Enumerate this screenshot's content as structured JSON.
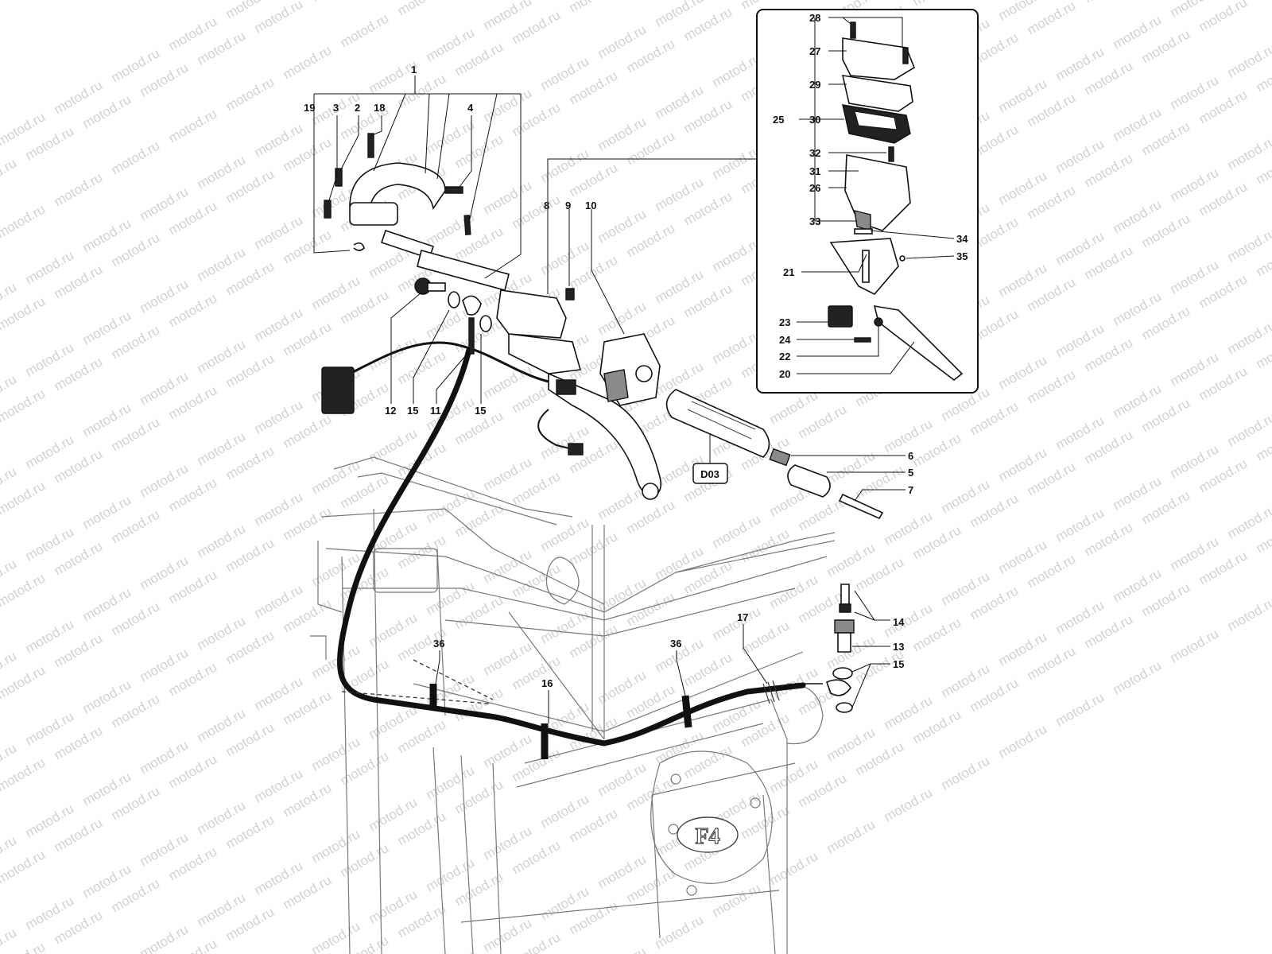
{
  "watermark": "motod.ru",
  "callouts": [
    {
      "id": "c1",
      "text": "1"
    },
    {
      "id": "c19",
      "text": "19"
    },
    {
      "id": "c3",
      "text": "3"
    },
    {
      "id": "c2",
      "text": "2"
    },
    {
      "id": "c18",
      "text": "18"
    },
    {
      "id": "c4",
      "text": "4"
    },
    {
      "id": "c8",
      "text": "8"
    },
    {
      "id": "c9",
      "text": "9"
    },
    {
      "id": "c10",
      "text": "10"
    },
    {
      "id": "c12",
      "text": "12"
    },
    {
      "id": "c15a",
      "text": "15"
    },
    {
      "id": "c11",
      "text": "11"
    },
    {
      "id": "c15b",
      "text": "15"
    },
    {
      "id": "c6",
      "text": "6"
    },
    {
      "id": "c5",
      "text": "5"
    },
    {
      "id": "c7",
      "text": "7"
    },
    {
      "id": "c14",
      "text": "14"
    },
    {
      "id": "c13",
      "text": "13"
    },
    {
      "id": "c15c",
      "text": "15"
    },
    {
      "id": "c17",
      "text": "17"
    },
    {
      "id": "c36a",
      "text": "36"
    },
    {
      "id": "c36b",
      "text": "36"
    },
    {
      "id": "c16",
      "text": "16"
    },
    {
      "id": "c28",
      "text": "28"
    },
    {
      "id": "c27",
      "text": "27"
    },
    {
      "id": "c29",
      "text": "29"
    },
    {
      "id": "c25",
      "text": "25"
    },
    {
      "id": "c30",
      "text": "30"
    },
    {
      "id": "c32",
      "text": "32"
    },
    {
      "id": "c31",
      "text": "31"
    },
    {
      "id": "c26",
      "text": "26"
    },
    {
      "id": "c33",
      "text": "33"
    },
    {
      "id": "c34",
      "text": "34"
    },
    {
      "id": "c35",
      "text": "35"
    },
    {
      "id": "c21",
      "text": "21"
    },
    {
      "id": "c23",
      "text": "23"
    },
    {
      "id": "c24",
      "text": "24"
    },
    {
      "id": "c22",
      "text": "22"
    },
    {
      "id": "c20",
      "text": "20"
    }
  ],
  "reference_box": {
    "text": "D03"
  },
  "engine_mark": {
    "text": "F4"
  }
}
